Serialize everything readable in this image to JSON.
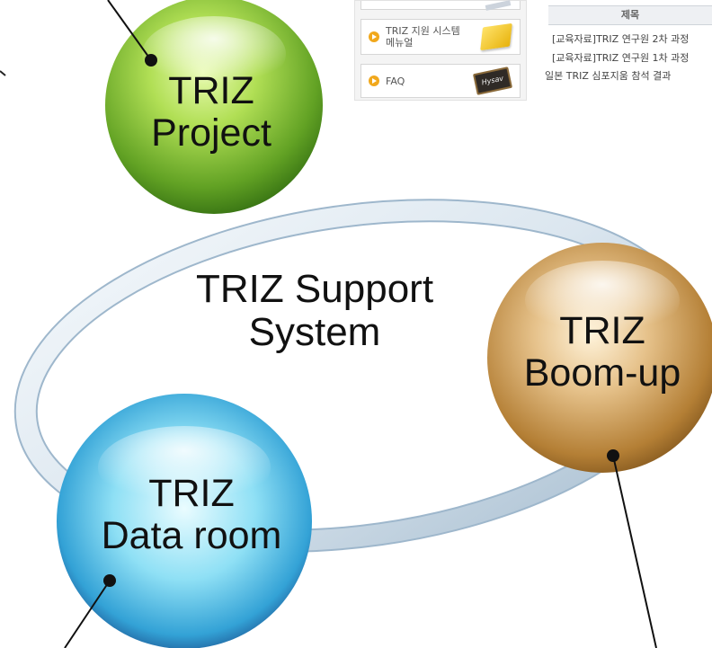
{
  "diagram": {
    "center_label": [
      "TRIZ Support",
      "System"
    ],
    "nodes": [
      {
        "id": "project",
        "lines": [
          "TRIZ",
          "Project"
        ]
      },
      {
        "id": "boomup",
        "lines": [
          "TRIZ",
          "Boom-up"
        ]
      },
      {
        "id": "dataroom",
        "lines": [
          "TRIZ",
          "Data room"
        ]
      }
    ]
  },
  "inset_menu": {
    "items": [
      {
        "label": ""
      },
      {
        "label": "TRIZ 지원 시스템\n메뉴얼",
        "picture": "sticky-note-icon"
      },
      {
        "label": "FAQ",
        "picture": "chalkboard-sign-icon",
        "picture_text": "Hysav"
      }
    ]
  },
  "inset_posts": {
    "header": "제목",
    "rows": [
      "[교육자료]TRIZ 연구원 2차 과정",
      "[교육자료]TRIZ 연구원 1차 과정",
      "일본 TRIZ 심포지움 참석 결과"
    ]
  },
  "colors": {
    "ring": "#c3d3e2",
    "project_sphere": "#6aa829",
    "boomup_sphere": "#c0893a",
    "dataroom_sphere": "#39a3d6",
    "bullet": "#f1a81c"
  }
}
